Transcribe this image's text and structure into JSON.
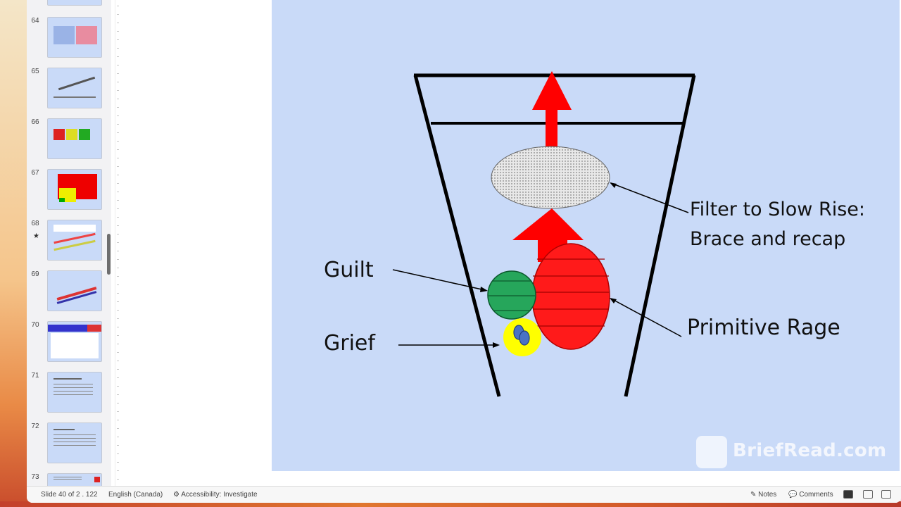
{
  "thumbnails": [
    {
      "num": "64",
      "star": false
    },
    {
      "num": "65",
      "star": false
    },
    {
      "num": "66",
      "star": false
    },
    {
      "num": "67",
      "star": false
    },
    {
      "num": "68",
      "star": true
    },
    {
      "num": "69",
      "star": false
    },
    {
      "num": "70",
      "star": false
    },
    {
      "num": "71",
      "star": false
    },
    {
      "num": "72",
      "star": false
    },
    {
      "num": "73",
      "star": false
    }
  ],
  "slide": {
    "label_filter_line1": "Filter to Slow Rise:",
    "label_filter_line2": "Brace and recap",
    "label_guilt": "Guilt",
    "label_grief": "Grief",
    "label_rage": "Primitive Rage",
    "colors": {
      "background": "#c9daf8",
      "arrow": "#ff0000",
      "rage": "#ff1a1a",
      "guilt": "#26a65b",
      "grief": "#ffff00",
      "grief_inner": "#4a72c4",
      "filter": "#e8e8e8"
    }
  },
  "watermark": {
    "text": "BriefRead.com"
  },
  "statusbar": {
    "slide_info": "Slide 40 of 2 . 122",
    "language": "English (Canada)",
    "accessibility": "Accessibility: Investigate",
    "notes": "Notes",
    "comments": "Comments"
  }
}
